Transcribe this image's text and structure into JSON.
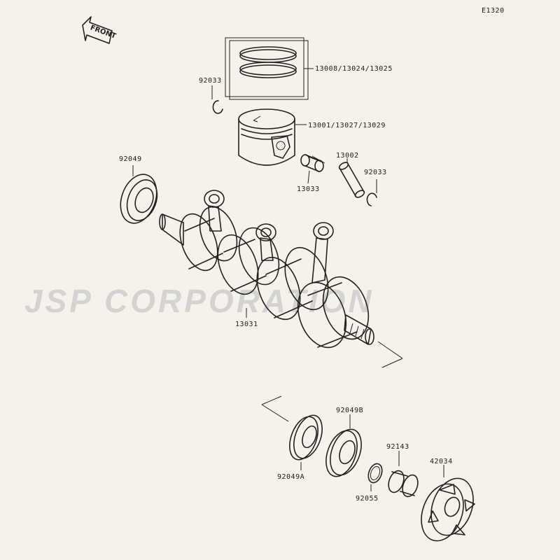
{
  "diagram_code": "E1320",
  "front_label": "FRONT",
  "watermark": "JSP CORPORATION",
  "callouts": {
    "rings": "13008/13024/13025",
    "clip_left": "92033",
    "piston": "13001/13027/13029",
    "seal_left": "92049",
    "pin": "13002",
    "clip_right": "92033",
    "needle_bearing": "13033",
    "crankshaft": "13031",
    "bearing_b": "92049B",
    "collar": "92143",
    "coupling": "42034",
    "seal_a": "92049A",
    "o_ring": "92055"
  }
}
